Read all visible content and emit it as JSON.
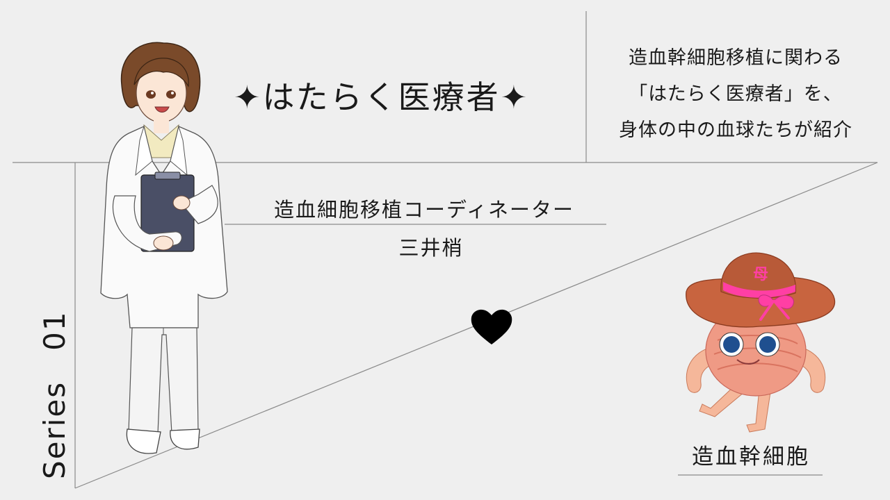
{
  "title": "✦はたらく医療者✦",
  "intro": {
    "line1": "造血幹細胞移植に関わる",
    "line2": "「はたらく医療者」を、",
    "line3": "身体の中の血球たちが紹介"
  },
  "role": "造血細胞移植コーディネーター",
  "person_name": "三井梢",
  "series_label": "Series　01",
  "cell_name": "造血幹細胞",
  "hat_mark": "母",
  "colors": {
    "background": "#efefef",
    "line": "#8a8a8a",
    "text": "#1a1a1a",
    "hat": "#c8643f",
    "ribbon": "#ff3fa4",
    "cell": "#ef9a85",
    "heart": "#000000"
  },
  "icons": {
    "heart": "heart-icon",
    "diamond": "four-point-star-icon"
  }
}
